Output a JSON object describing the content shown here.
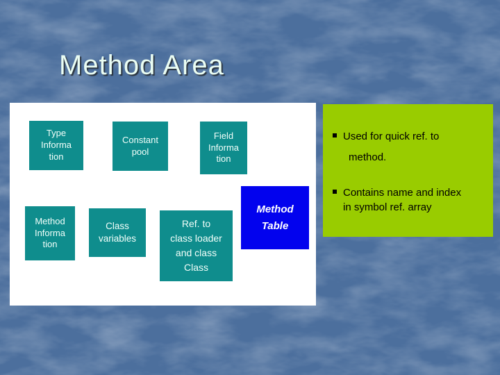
{
  "slide": {
    "title": "Method Area",
    "colors": {
      "background": "#4C6F9D",
      "panel": "#FFFFFF",
      "box_teal": "#0F8D8D",
      "box_blue": "#0202EE",
      "notes_green": "#99CC00",
      "title_text": "#EAFDF3",
      "box_text": "#F2FFFA",
      "notes_text": "#000000"
    }
  },
  "diagram": {
    "boxes": {
      "type_information": {
        "lines": [
          "Type",
          "Informa",
          "tion"
        ]
      },
      "constant_pool": {
        "lines": [
          "Constant",
          "pool"
        ]
      },
      "field_information": {
        "lines": [
          "Field",
          "Informa",
          "tion"
        ]
      },
      "method_information": {
        "lines": [
          "Method",
          "Informa",
          "tion"
        ]
      },
      "class_variables": {
        "lines": [
          "Class",
          "variables"
        ]
      },
      "ref_class_loader": {
        "lines": [
          "Ref. to",
          "class loader",
          "and class",
          "Class"
        ]
      },
      "method_table": {
        "lines": [
          "Method",
          "Table"
        ]
      }
    }
  },
  "notes": {
    "bullets": [
      {
        "line1": "Used for quick ref. to",
        "line2": "method."
      },
      {
        "line1": "Contains name and index",
        "line2": "in symbol ref. array"
      }
    ]
  }
}
